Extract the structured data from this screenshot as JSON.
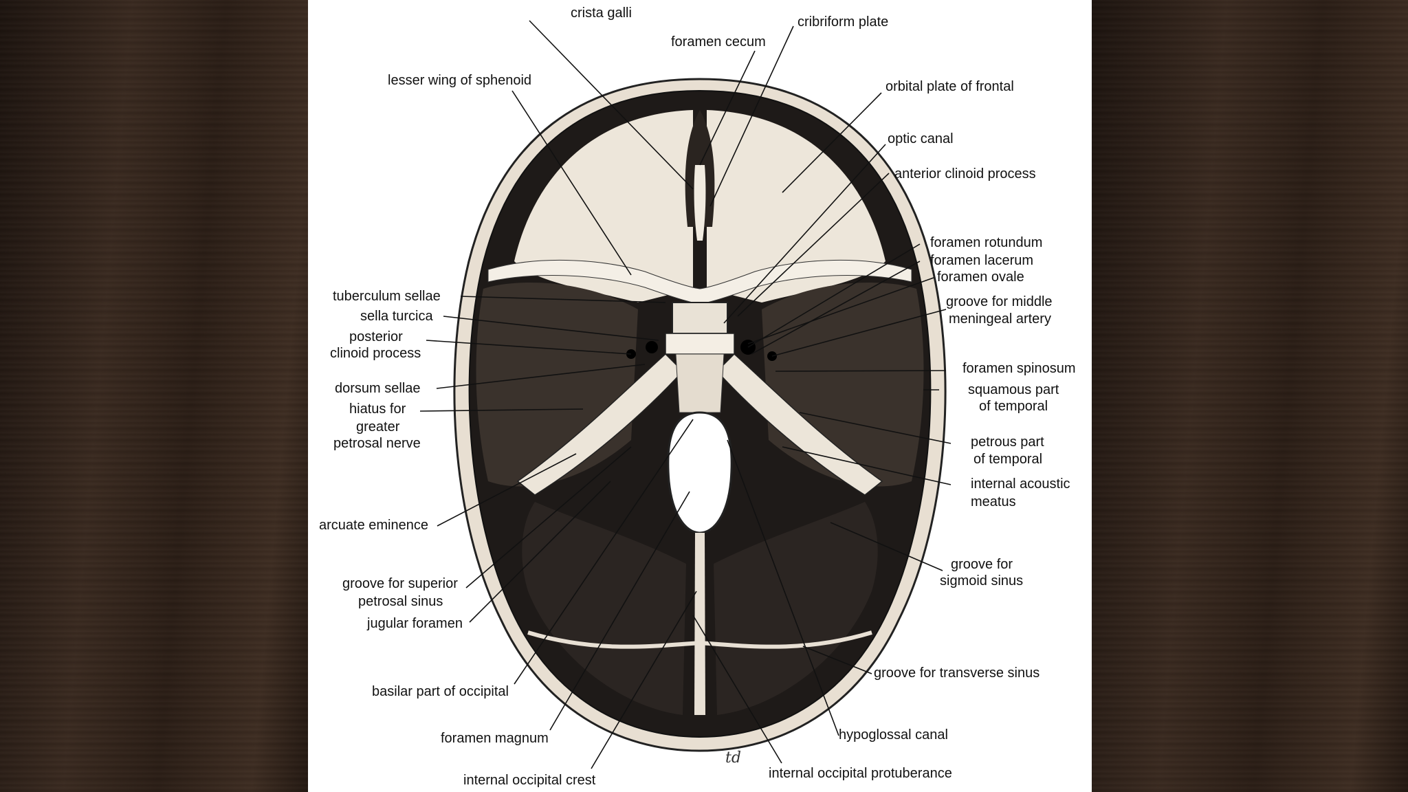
{
  "labels": {
    "crista_galli": "crista galli",
    "cribriform_plate": "cribriform plate",
    "foramen_cecum": "foramen cecum",
    "lesser_wing": "lesser wing of sphenoid",
    "orbital_plate": "orbital plate of frontal",
    "optic_canal": "optic canal",
    "anterior_clinoid": "anterior clinoid process",
    "foramen_rotundum": "foramen rotundum",
    "foramen_lacerum": "foramen lacerum",
    "foramen_ovale": "foramen ovale",
    "groove_middle_meningeal_1": "groove for middle",
    "groove_middle_meningeal_2": "meningeal artery",
    "tuberculum_sellae": "tuberculum sellae",
    "sella_turcica": "sella turcica",
    "posterior_clinoid_1": "posterior",
    "posterior_clinoid_2": "clinoid process",
    "foramen_spinosum": "foramen spinosum",
    "dorsum_sellae": "dorsum sellae",
    "squamous_1": "squamous part",
    "squamous_2": "of temporal",
    "hiatus_1": "hiatus for",
    "hiatus_2": "greater",
    "hiatus_3": "petrosal nerve",
    "petrous_1": "petrous part",
    "petrous_2": "of temporal",
    "internal_acoustic_1": "internal acoustic",
    "internal_acoustic_2": "meatus",
    "arcuate_eminence": "arcuate eminence",
    "groove_sigmoid_1": "groove for",
    "groove_sigmoid_2": "sigmoid sinus",
    "groove_superior_petrosal_1": "groove for superior",
    "groove_superior_petrosal_2": "petrosal sinus",
    "jugular_foramen": "jugular foramen",
    "groove_transverse": "groove for transverse sinus",
    "basilar_part": "basilar part of occipital",
    "hypoglossal_canal": "hypoglossal canal",
    "foramen_magnum": "foramen magnum",
    "internal_occipital_crest": "internal occipital crest",
    "internal_occipital_protuberance": "internal occipital protuberance"
  },
  "signature": "td"
}
